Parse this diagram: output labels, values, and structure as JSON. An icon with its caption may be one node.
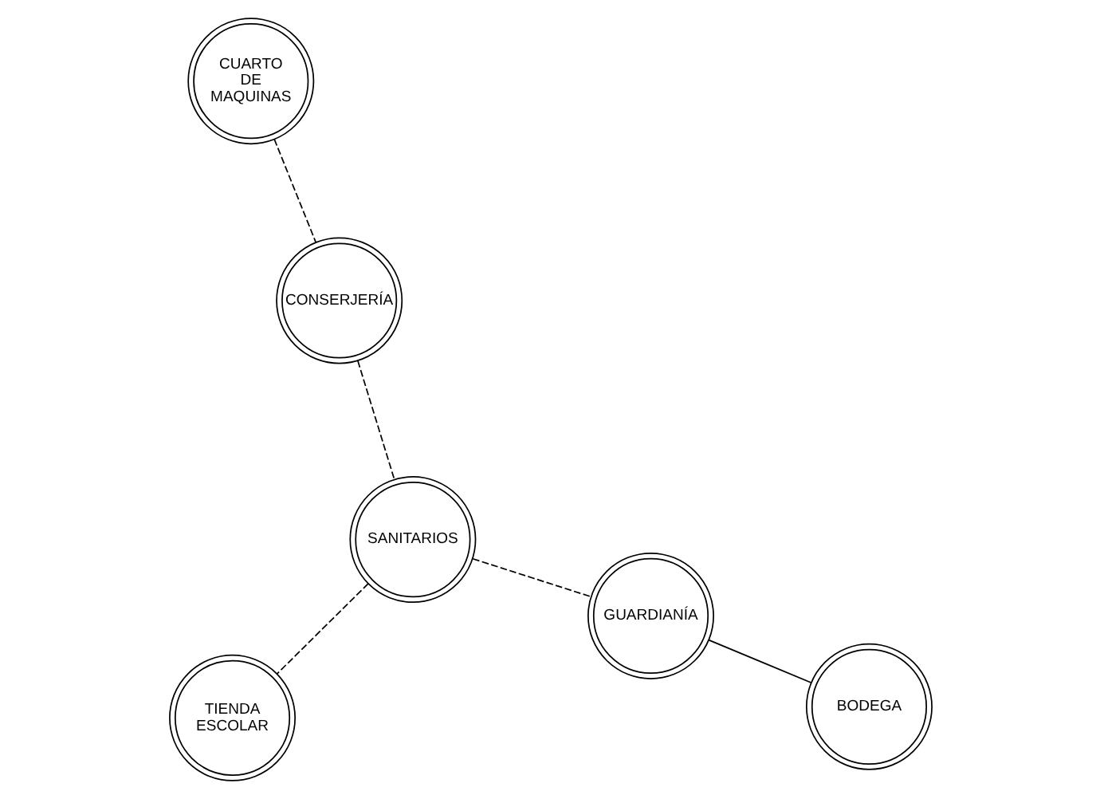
{
  "diagram": {
    "nodes": [
      {
        "text": [
          "CUARTO DE MAQUINAS"
        ]
      },
      {
        "text": [
          "GUARDIANÍA"
        ]
      },
      {
        "text": [
          "BODEGA"
        ]
      },
      {
        "text": [
          "CONSERJERÍA"
        ]
      },
      {
        "text": [
          "SANITARIOS"
        ]
      },
      {
        "text": [
          "TIENDA ESCOLAR"
        ]
      }
    ],
    "edges": [
      {
        "from": 0,
        "to": 3,
        "arrow": "none",
        "style": "dashed"
      },
      {
        "from": 3,
        "to": 4,
        "arrow": "none",
        "style": "dashed"
      },
      {
        "from": 4,
        "to": 1,
        "arrow": "none",
        "style": "dashed"
      },
      {
        "from": 1,
        "to": 2,
        "arrow": "none"
      },
      {
        "from": 4,
        "to": 5,
        "arrow": "none",
        "style": "dashed"
      }
    ]
  }
}
